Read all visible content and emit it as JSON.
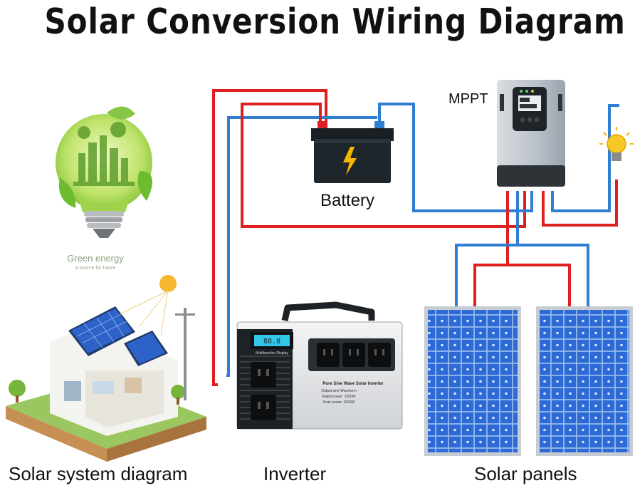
{
  "title": "Solar Conversion Wiring Diagram",
  "components": {
    "mppt": "MPPT",
    "battery": "Battery",
    "inverter": "Inverter",
    "solar_panels": "Solar panels",
    "system_diagram": "Solar system diagram"
  },
  "logo": {
    "main": "Green energy",
    "tagline": "a source for future"
  },
  "inverter_text": {
    "display": "Multifunction Display",
    "model": "Pure Sine Wave Solar Inverter",
    "line1": "Output sine Waveform",
    "line2": "Rated power: 1500W",
    "line3": "Peak power: 3000W"
  },
  "colors": {
    "positive_wire": "#e02020",
    "negative_wire": "#2f7fd0",
    "panel_cell": "#2f6fd8",
    "accent_green": "#7cc142"
  }
}
